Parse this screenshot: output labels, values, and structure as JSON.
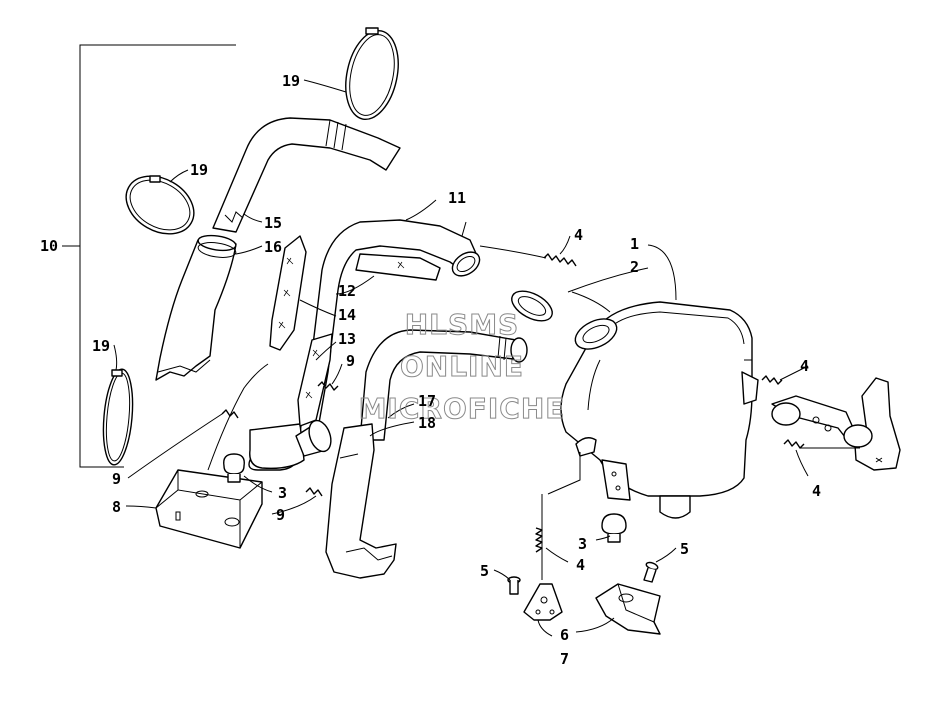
{
  "diagram": {
    "callouts": [
      {
        "id": "c1",
        "text": "1"
      },
      {
        "id": "c2",
        "text": "2"
      },
      {
        "id": "c3a",
        "text": "3"
      },
      {
        "id": "c3b",
        "text": "3"
      },
      {
        "id": "c4a",
        "text": "4"
      },
      {
        "id": "c4b",
        "text": "4"
      },
      {
        "id": "c4c",
        "text": "4"
      },
      {
        "id": "c4d",
        "text": "4"
      },
      {
        "id": "c5a",
        "text": "5"
      },
      {
        "id": "c5b",
        "text": "5"
      },
      {
        "id": "c6",
        "text": "6"
      },
      {
        "id": "c7",
        "text": "7"
      },
      {
        "id": "c8",
        "text": "8"
      },
      {
        "id": "c9a",
        "text": "9"
      },
      {
        "id": "c9b",
        "text": "9"
      },
      {
        "id": "c9c",
        "text": "9"
      },
      {
        "id": "c10",
        "text": "10"
      },
      {
        "id": "c11",
        "text": "11"
      },
      {
        "id": "c12",
        "text": "12"
      },
      {
        "id": "c13",
        "text": "13"
      },
      {
        "id": "c14",
        "text": "14"
      },
      {
        "id": "c15",
        "text": "15"
      },
      {
        "id": "c16",
        "text": "16"
      },
      {
        "id": "c17",
        "text": "17"
      },
      {
        "id": "c18",
        "text": "18"
      },
      {
        "id": "c19a",
        "text": "19"
      },
      {
        "id": "c19b",
        "text": "19"
      },
      {
        "id": "c19c",
        "text": "19"
      }
    ],
    "watermark": [
      "HLSMS",
      "ONLINE",
      "MICROFICHE"
    ]
  }
}
